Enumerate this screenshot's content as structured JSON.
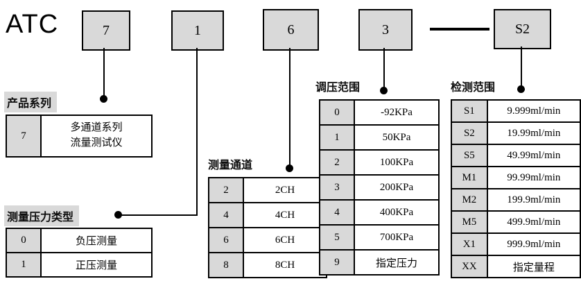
{
  "brand": "ATC",
  "model_code": {
    "boxes": [
      "7",
      "1",
      "6",
      "3",
      "S2"
    ],
    "separator": "—"
  },
  "sections": {
    "series": {
      "title": "产品系列",
      "rows": [
        {
          "code": "7",
          "value": "多通道系列\n流量测试仪"
        }
      ]
    },
    "pressure_type": {
      "title": "测量压力类型",
      "rows": [
        {
          "code": "0",
          "value": "负压测量"
        },
        {
          "code": "1",
          "value": "正压测量"
        }
      ]
    },
    "channels": {
      "title": "测量通道",
      "rows": [
        {
          "code": "2",
          "value": "2CH"
        },
        {
          "code": "4",
          "value": "4CH"
        },
        {
          "code": "6",
          "value": "6CH"
        },
        {
          "code": "8",
          "value": "8CH"
        }
      ]
    },
    "pressure_range": {
      "title": "调压范围",
      "rows": [
        {
          "code": "0",
          "value": "-92KPa"
        },
        {
          "code": "1",
          "value": "50KPa"
        },
        {
          "code": "2",
          "value": "100KPa"
        },
        {
          "code": "3",
          "value": "200KPa"
        },
        {
          "code": "4",
          "value": "400KPa"
        },
        {
          "code": "5",
          "value": "700KPa"
        },
        {
          "code": "9",
          "value": "指定压力"
        }
      ]
    },
    "detection_range": {
      "title": "检测范围",
      "rows": [
        {
          "code": "S1",
          "value": "9.999ml/min"
        },
        {
          "code": "S2",
          "value": "19.99ml/min"
        },
        {
          "code": "S5",
          "value": "49.99ml/min"
        },
        {
          "code": "M1",
          "value": "99.99ml/min"
        },
        {
          "code": "M2",
          "value": "199.9ml/min"
        },
        {
          "code": "M5",
          "value": "499.9ml/min"
        },
        {
          "code": "X1",
          "value": "999.9ml/min"
        },
        {
          "code": "XX",
          "value": "指定量程"
        }
      ]
    }
  },
  "colors": {
    "box_fill": "#d9d9d9",
    "border": "#000000",
    "background": "#ffffff"
  }
}
